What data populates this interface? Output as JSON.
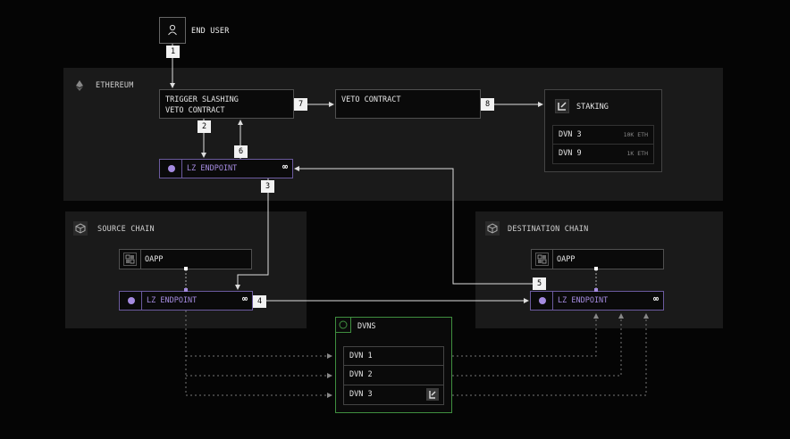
{
  "end_user": {
    "label": "END USER",
    "icon": "user-icon"
  },
  "ethereum": {
    "label": "ETHEREUM",
    "icon": "ethereum-icon"
  },
  "source_chain": {
    "label": "SOURCE CHAIN",
    "icon": "cube-icon"
  },
  "destination_chain": {
    "label": "DESTINATION CHAIN",
    "icon": "cube-icon"
  },
  "trigger": {
    "line1": "TRIGGER SLASHING",
    "line2": "VETO CONTRACT"
  },
  "veto": {
    "label": "VETO CONTRACT"
  },
  "staking": {
    "label": "STAKING",
    "icon": "lido-logo-icon",
    "rows": [
      {
        "name": "DVN 3",
        "value": "10K ETH"
      },
      {
        "name": "DVN 9",
        "value": "1K ETH"
      }
    ]
  },
  "lz_endpoint": {
    "label": "LZ ENDPOINT",
    "symbol": "∞"
  },
  "oapp": {
    "label": "OAPP",
    "icon": "grid-icon"
  },
  "dvns": {
    "label": "DVNS",
    "icon": "circle-icon",
    "rows": [
      "DVN 1",
      "DVN 2",
      "DVN 3"
    ],
    "dvn3_icon": "lido-logo-icon"
  },
  "steps": [
    "1",
    "2",
    "3",
    "4",
    "5",
    "6",
    "7",
    "8"
  ],
  "colors": {
    "accent_purple": "#a58be0",
    "dvn_border": "#3f8f3f",
    "background": "#050505",
    "region": "#1a1a1a"
  }
}
